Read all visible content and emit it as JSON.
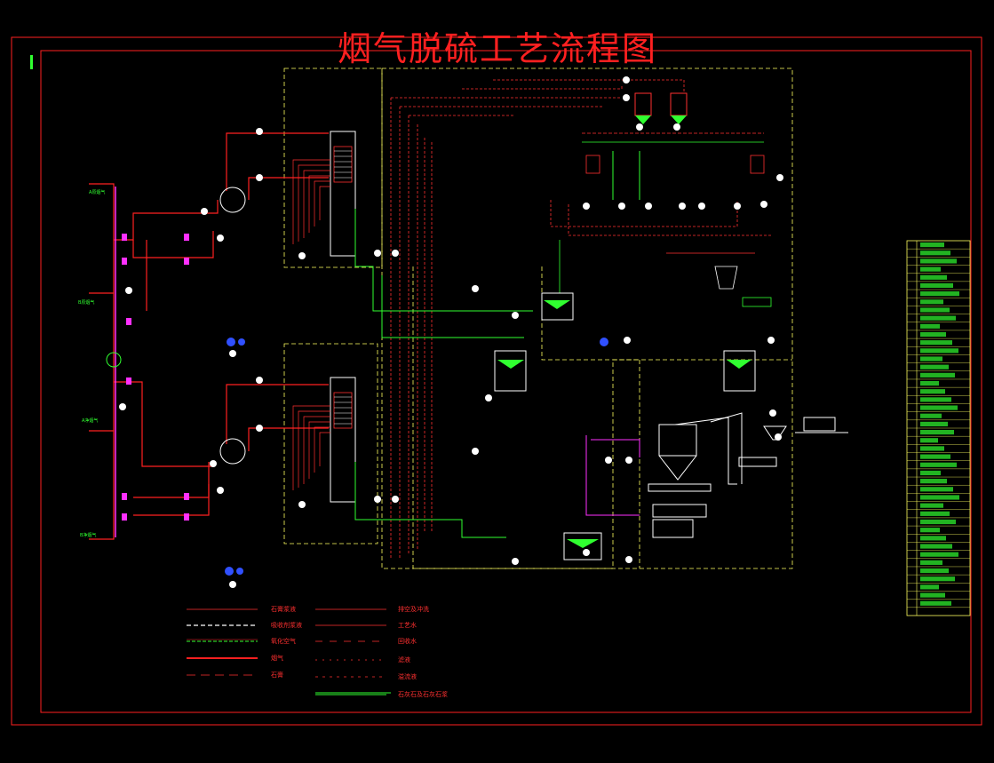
{
  "title": "烟气脱硫工艺流程图",
  "colors": {
    "background": "#000000",
    "frame": "#ff2020",
    "flue_gas": "#ff2020",
    "process_water": "#30ff30",
    "boundary": "#ffff60",
    "slurry": "#ff4040",
    "magenta": "#ff30ff",
    "blue": "#3050ff",
    "white": "#ffffff"
  },
  "legend": {
    "left": [
      {
        "label": "石膏浆液",
        "style": "slurry"
      },
      {
        "label": "吸收剂浆液",
        "style": "dashed-white"
      },
      {
        "label": "氧化空气",
        "style": "dashed-green"
      },
      {
        "label": "烟气",
        "style": "thick-red"
      },
      {
        "label": "石膏",
        "style": "cross-red"
      }
    ],
    "right": [
      {
        "label": "排空及冲洗",
        "style": "red-dot"
      },
      {
        "label": "工艺水",
        "style": "red-thin"
      },
      {
        "label": "回收水",
        "style": "square-red"
      },
      {
        "label": "滤液",
        "style": "dot-red"
      },
      {
        "label": "溢流液",
        "style": "circle-red"
      },
      {
        "label": "石灰石及石灰石浆",
        "style": "green-thin"
      }
    ]
  },
  "side_labels": {
    "a_flue": "A原烟气",
    "b_flue": "B原烟气",
    "a_clean": "A净烟气",
    "b_clean": "B净烟气"
  },
  "equipment_list_rows": 46
}
